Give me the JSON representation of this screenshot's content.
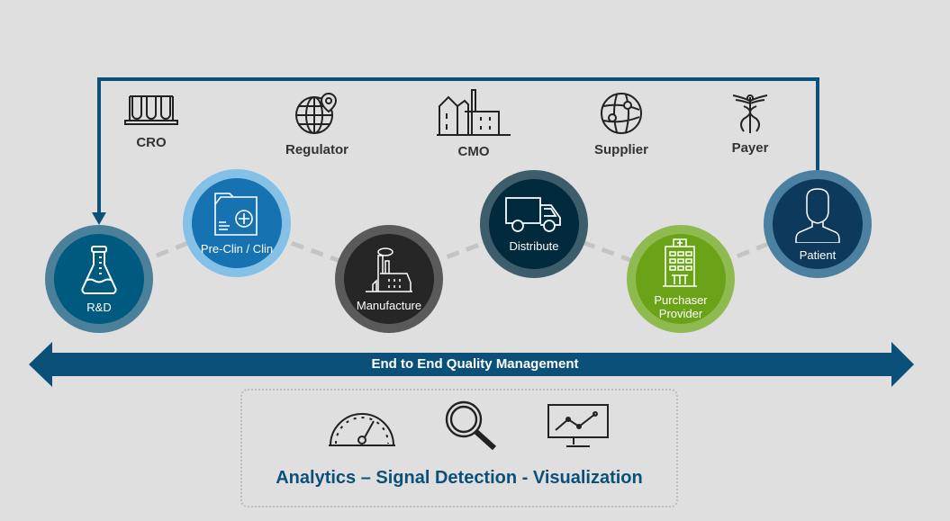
{
  "partners": [
    {
      "label": "CRO",
      "icon": "test-tubes-icon"
    },
    {
      "label": "Regulator",
      "icon": "globe-pin-icon"
    },
    {
      "label": "CMO",
      "icon": "factory-icon"
    },
    {
      "label": "Supplier",
      "icon": "network-globe-icon"
    },
    {
      "label": "Payer",
      "icon": "caduceus-icon"
    }
  ],
  "stages": [
    {
      "label": "R&D",
      "icon": "flask-icon",
      "outer": "#4a8099",
      "inner": "#00597e"
    },
    {
      "label": "Pre-Clin / Clin",
      "icon": "medical-folder-icon",
      "outer": "#85c1e6",
      "inner": "#1672b0"
    },
    {
      "label": "Manufacture",
      "icon": "factory-icon",
      "outer": "#5a5a5a",
      "inner": "#262626"
    },
    {
      "label": "Distribute",
      "icon": "truck-icon",
      "outer": "#3d5d6b",
      "inner": "#012a3c"
    },
    {
      "label": "Purchaser Provider",
      "icon": "hospital-icon",
      "outer": "#8fba4f",
      "inner": "#6aa318"
    },
    {
      "label": "Patient",
      "icon": "person-icon",
      "outer": "#4b80a0",
      "inner": "#0d3a5c"
    }
  ],
  "banner": {
    "label": "End to End Quality Management",
    "color": "#0b5079"
  },
  "analytics": {
    "title": "Analytics – Signal Detection - Visualization",
    "icons": [
      "gauge-icon",
      "magnifier-icon",
      "monitor-chart-icon"
    ]
  }
}
